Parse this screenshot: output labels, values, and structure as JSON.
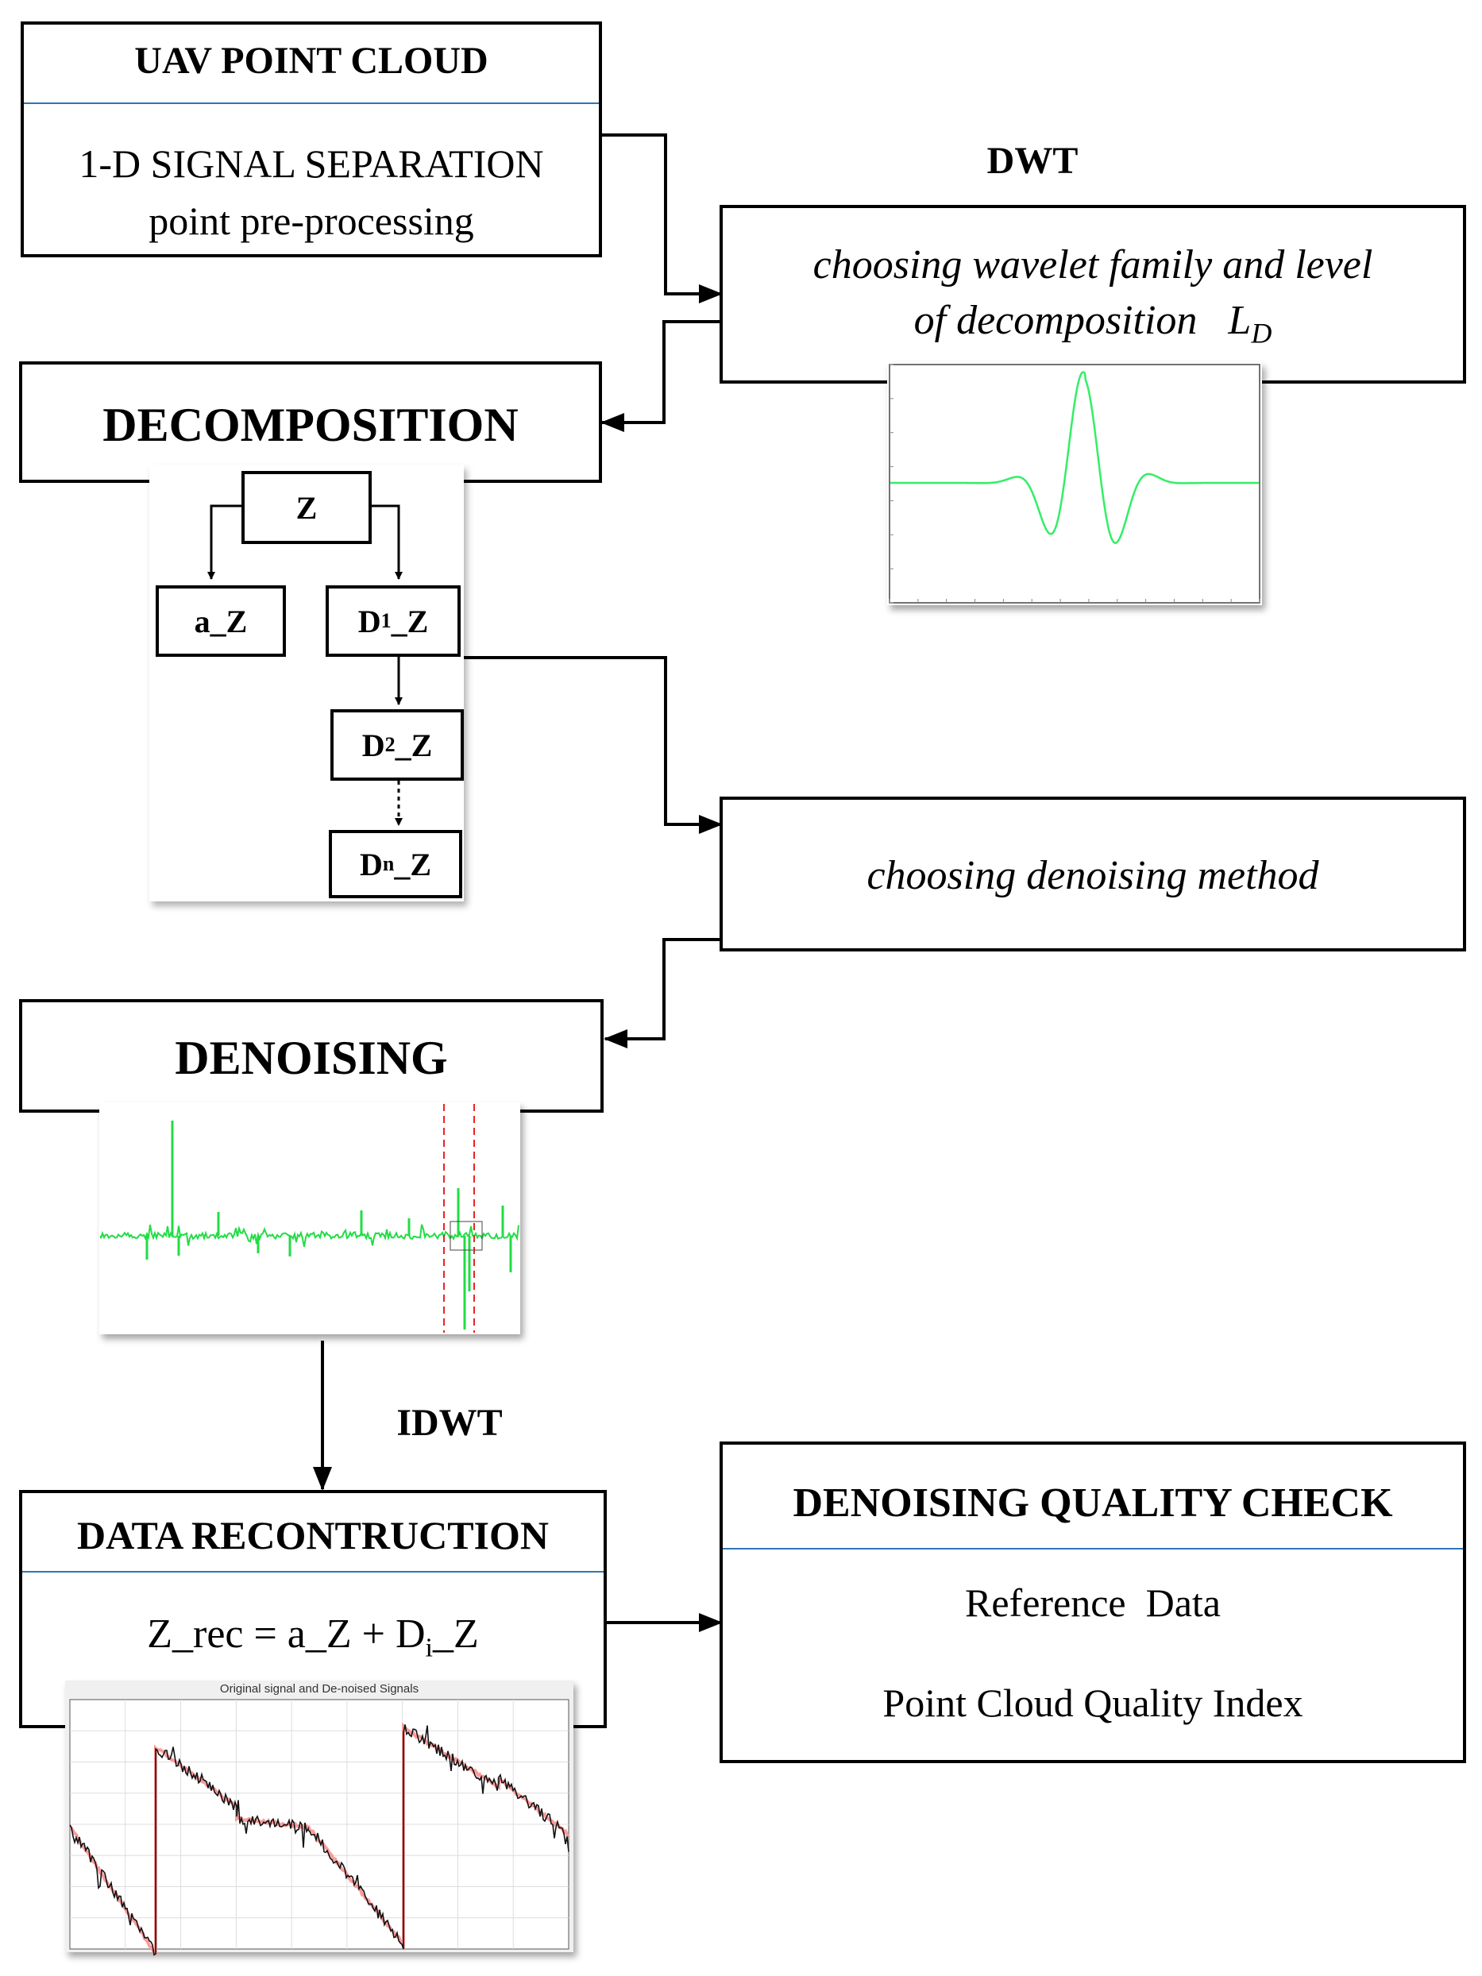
{
  "uav_box": {
    "title": "UAV POINT CLOUD",
    "line1": "1-D SIGNAL SEPARATION",
    "line2": "point pre-processing"
  },
  "dwt_label": "DWT",
  "dwt_box": {
    "line1": "choosing wavelet family and level",
    "line2": "of decomposition",
    "symbol": "L",
    "symbol_sub": "D"
  },
  "decomposition_box": {
    "title": "DECOMPOSITION"
  },
  "tree": {
    "root": "Z",
    "approx": "a_Z",
    "d1": {
      "main": "D",
      "sub": "1",
      "suffix": "_Z"
    },
    "d2": {
      "main": "D",
      "sub": "2",
      "suffix": "_Z"
    },
    "dn": {
      "main": "D",
      "sub": "n",
      "suffix": "_Z"
    }
  },
  "denoise_method_box": {
    "label": "choosing denoising method"
  },
  "denoising_box": {
    "title": "DENOISING"
  },
  "idwt_label": "IDWT",
  "recon_box": {
    "title": "DATA RECONTRUCTION",
    "formula_prefix": "Z_rec = a_Z + D",
    "formula_sub": "i",
    "formula_suffix": "_Z"
  },
  "recon_plot": {
    "title": "Original signal and De-noised Signals"
  },
  "quality_box": {
    "title": "DENOISING QUALITY CHECK",
    "line1": "Reference  Data",
    "line2": "Point Cloud Quality Index"
  },
  "colors": {
    "wavelet": "#33ee66",
    "noise": "#22dd44",
    "threshold": "#ee2222",
    "divider": "#2e75b6",
    "denoised": "#ff9a9a",
    "original": "#111111"
  }
}
